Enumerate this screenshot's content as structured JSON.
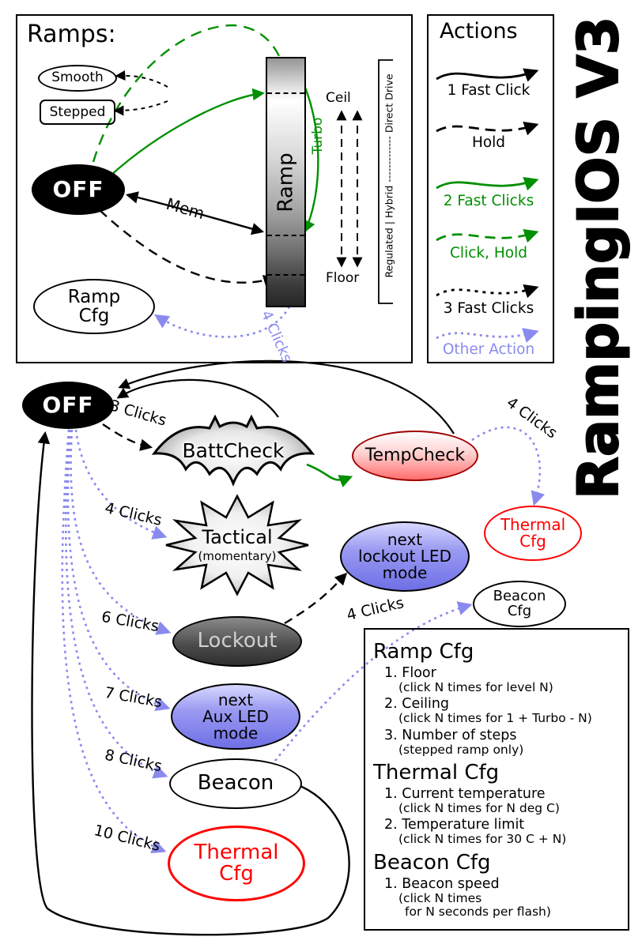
{
  "title": "RampingIOS V3",
  "colors": {
    "green": "#008f00",
    "blue": "#8a8aee",
    "red": "#ff0000",
    "black": "#000000"
  },
  "ramps": {
    "title": "Ramps:",
    "smooth": "Smooth",
    "stepped": "Stepped",
    "off": "OFF",
    "bar": "Ramp",
    "turbo": "Turbo",
    "ceil": "Ceil",
    "floor": "Floor",
    "mem": "Mem",
    "drive_scale": "Regulated | Hybrid ------------- Direct Drive",
    "ramp_cfg_line1": "Ramp",
    "ramp_cfg_line2": "Cfg",
    "four_clicks": "4 Clicks"
  },
  "actions": {
    "title": "Actions",
    "items": [
      {
        "label": "1 Fast Click"
      },
      {
        "label": "Hold"
      },
      {
        "label": "2 Fast Clicks"
      },
      {
        "label": "Click, Hold"
      },
      {
        "label": "3 Fast Clicks"
      },
      {
        "label": "Other Action"
      }
    ]
  },
  "diagram": {
    "off": "OFF",
    "battcheck": "BattCheck",
    "tempcheck": "TempCheck",
    "tactical_line1": "Tactical",
    "tactical_line2": "(momentary)",
    "lockout": "Lockout",
    "lockout_led_line1": "next",
    "lockout_led_line2": "lockout LED",
    "lockout_led_line3": "mode",
    "aux_line1": "next",
    "aux_line2": "Aux LED",
    "aux_line3": "mode",
    "beacon": "Beacon",
    "thermal_line1": "Thermal",
    "thermal_line2": "Cfg",
    "thermal_right_line1": "Thermal",
    "thermal_right_line2": "Cfg",
    "beacon_cfg_line1": "Beacon",
    "beacon_cfg_line2": "Cfg",
    "clicks3": "3 Clicks",
    "clicks4": "4 Clicks",
    "clicks6": "6 Clicks",
    "clicks7": "7 Clicks",
    "clicks8": "8 Clicks",
    "clicks10": "10 Clicks",
    "clicks4_temp": "4 Clicks",
    "clicks4_beacon": "4 Clicks"
  },
  "config": {
    "lines": [
      {
        "t": "Ramp Cfg"
      },
      {
        "t": "1. Floor"
      },
      {
        "t": "(click N times for level N)"
      },
      {
        "t": "2. Ceiling"
      },
      {
        "t": "(click N times for 1 + Turbo - N)"
      },
      {
        "t": "3. Number of steps"
      },
      {
        "t": "(stepped ramp only)"
      },
      {
        "t": "Thermal Cfg"
      },
      {
        "t": "1. Current temperature"
      },
      {
        "t": "(click N times for N deg C)"
      },
      {
        "t": "2. Temperature limit"
      },
      {
        "t": "(click N times for 30 C + N)"
      },
      {
        "t": "Beacon Cfg"
      },
      {
        "t": "1. Beacon speed"
      },
      {
        "t": "(click N times"
      },
      {
        "t": "for N seconds per flash)"
      }
    ]
  }
}
